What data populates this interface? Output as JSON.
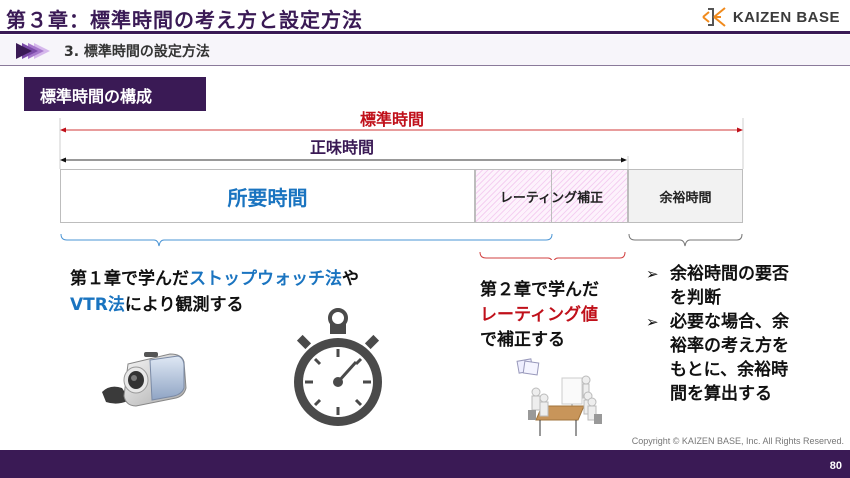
{
  "header": {
    "title": "第３章：標準時間の考え方と設定方法",
    "logo_text": "KAIZEN BASE",
    "subtitle": "3.  標準時間の設定方法"
  },
  "section": {
    "badge": "標準時間の構成"
  },
  "diagram": {
    "standard_time_label": "標準時間",
    "net_time_label": "正味時間",
    "bars": {
      "required_time": "所要時間",
      "rating_adjustment": "レーティング補正",
      "allowance_time": "余裕時間"
    }
  },
  "left_text": {
    "line1_prefix": "第１章で学んだ",
    "line1_highlight": "ストップウォッチ法",
    "line1_suffix": "や",
    "line2_highlight": "VTR法",
    "line2_suffix": "により観測する"
  },
  "middle_text": {
    "line1": "第２章で学んだ",
    "line2_highlight": "レーティング値",
    "line3": "で補正する"
  },
  "right_bullets": [
    {
      "mark": "➢",
      "lines": [
        "余裕時間の要否",
        "を判断"
      ]
    },
    {
      "mark": "➢",
      "lines": [
        "必要な場合、余",
        "裕率の考え方を",
        "もとに、余裕時",
        "間を算出する"
      ]
    }
  ],
  "icons": {
    "camcorder": "camcorder-icon",
    "stopwatch": "stopwatch-icon",
    "meeting": "meeting-icon"
  },
  "colors": {
    "brand_purple": "#3a1a55",
    "accent_red": "#c0101a",
    "accent_blue": "#1a74c0",
    "logo_orange": "#f08a1c"
  },
  "footer": {
    "copyright": "Copyright ©  KAIZEN BASE, Inc.  All Rights Reserved.",
    "page_number": "80"
  }
}
